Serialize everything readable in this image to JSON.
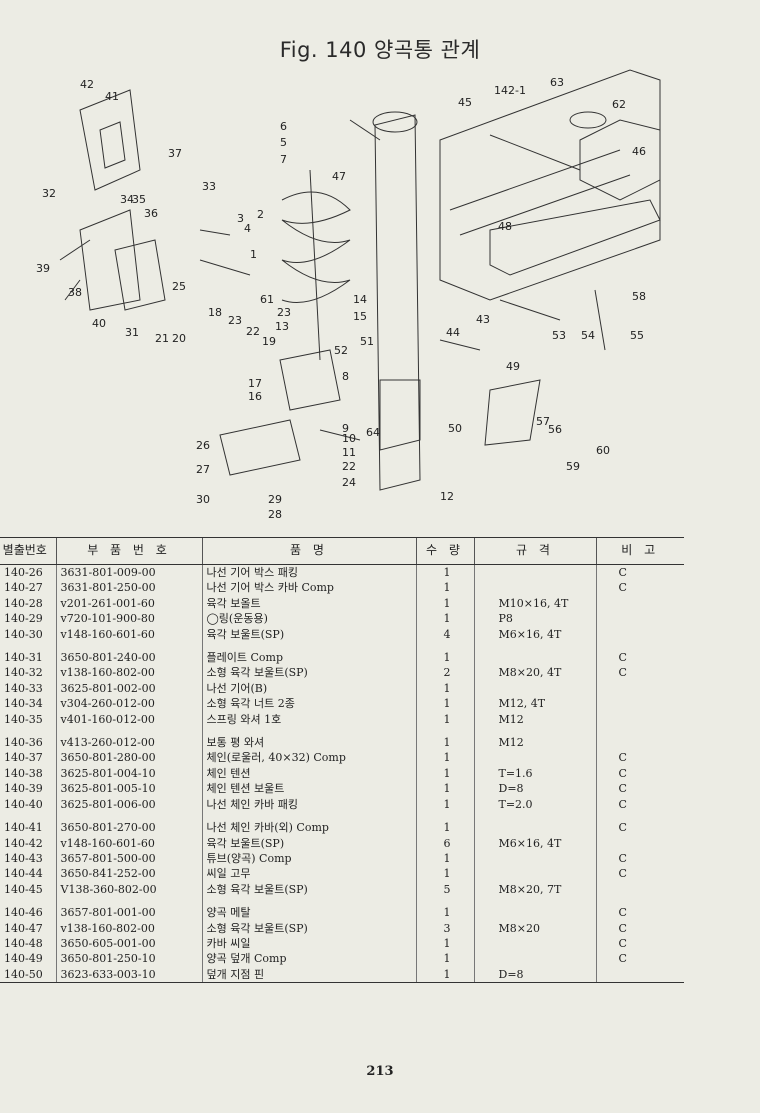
{
  "title": "Fig. 140  양곡통 관계",
  "diagram": {
    "callouts": [
      "42",
      "41",
      "37",
      "33",
      "32",
      "34",
      "35",
      "36",
      "39",
      "38",
      "40",
      "31",
      "21",
      "20",
      "25",
      "18",
      "23",
      "22",
      "19",
      "17",
      "16",
      "8",
      "26",
      "27",
      "30",
      "29",
      "28",
      "6",
      "5",
      "7",
      "47",
      "3",
      "4",
      "2",
      "1",
      "61",
      "23",
      "13",
      "14",
      "15",
      "51",
      "52",
      "9",
      "10",
      "11",
      "22",
      "24",
      "64",
      "44",
      "43",
      "50",
      "12",
      "45",
      "142-1",
      "63",
      "62",
      "46",
      "48",
      "58",
      "53",
      "54",
      "55",
      "49",
      "57",
      "56",
      "60",
      "59"
    ]
  },
  "table": {
    "headers": [
      "별출번호",
      "부 품 번 호",
      "품 명",
      "수 량",
      "규 격",
      "비 고"
    ],
    "rows": [
      {
        "no": "140-26",
        "part": "3631-801-009-00",
        "name": "나선 기어 박스 패킹",
        "qty": "1",
        "spec": "",
        "note": "C"
      },
      {
        "no": "140-27",
        "part": "3631-801-250-00",
        "name": "나선 기어 박스 카바 Comp",
        "qty": "1",
        "spec": "",
        "note": "C"
      },
      {
        "no": "140-28",
        "part": "v201-261-001-60",
        "name": "육각 보올트",
        "qty": "1",
        "spec": "M10×16, 4T",
        "note": ""
      },
      {
        "no": "140-29",
        "part": "v720-101-900-80",
        "name": "◯링(운동용)",
        "qty": "1",
        "spec": "P8",
        "note": ""
      },
      {
        "no": "140-30",
        "part": "v148-160-601-60",
        "name": "육각 보울트(SP)",
        "qty": "4",
        "spec": "M6×16, 4T",
        "note": ""
      },
      {
        "no": "140-31",
        "part": "3650-801-240-00",
        "name": "플레이트 Comp",
        "qty": "1",
        "spec": "",
        "note": "C"
      },
      {
        "no": "140-32",
        "part": "v138-160-802-00",
        "name": "소형 육각 보울트(SP)",
        "qty": "2",
        "spec": "M8×20, 4T",
        "note": "C"
      },
      {
        "no": "140-33",
        "part": "3625-801-002-00",
        "name": "나선 기어(B)",
        "qty": "1",
        "spec": "",
        "note": ""
      },
      {
        "no": "140-34",
        "part": "v304-260-012-00",
        "name": "소형 육각 너트 2종",
        "qty": "1",
        "spec": "M12, 4T",
        "note": ""
      },
      {
        "no": "140-35",
        "part": "v401-160-012-00",
        "name": "스프링 와셔 1호",
        "qty": "1",
        "spec": "M12",
        "note": ""
      },
      {
        "no": "140-36",
        "part": "v413-260-012-00",
        "name": "보통 평 와셔",
        "qty": "1",
        "spec": "M12",
        "note": ""
      },
      {
        "no": "140-37",
        "part": "3650-801-280-00",
        "name": "체인(로울러, 40×32) Comp",
        "qty": "1",
        "spec": "",
        "note": "C"
      },
      {
        "no": "140-38",
        "part": "3625-801-004-10",
        "name": "체인 텐션",
        "qty": "1",
        "spec": "T=1.6",
        "note": "C"
      },
      {
        "no": "140-39",
        "part": "3625-801-005-10",
        "name": "체인 텐션 보울트",
        "qty": "1",
        "spec": "D=8",
        "note": "C"
      },
      {
        "no": "140-40",
        "part": "3625-801-006-00",
        "name": "나선 체인 카바 패킹",
        "qty": "1",
        "spec": "T=2.0",
        "note": "C"
      },
      {
        "no": "140-41",
        "part": "3650-801-270-00",
        "name": "나선 체인 카바(외) Comp",
        "qty": "1",
        "spec": "",
        "note": "C"
      },
      {
        "no": "140-42",
        "part": "v148-160-601-60",
        "name": "육각 보울트(SP)",
        "qty": "6",
        "spec": "M6×16, 4T",
        "note": ""
      },
      {
        "no": "140-43",
        "part": "3657-801-500-00",
        "name": "튜브(양곡) Comp",
        "qty": "1",
        "spec": "",
        "note": "C"
      },
      {
        "no": "140-44",
        "part": "3650-841-252-00",
        "name": "씨일 고무",
        "qty": "1",
        "spec": "",
        "note": "C"
      },
      {
        "no": "140-45",
        "part": "V138-360-802-00",
        "name": "소형 육각 보울트(SP)",
        "qty": "5",
        "spec": "M8×20, 7T",
        "note": ""
      },
      {
        "no": "140-46",
        "part": "3657-801-001-00",
        "name": "양곡 메탈",
        "qty": "1",
        "spec": "",
        "note": "C"
      },
      {
        "no": "140-47",
        "part": "v138-160-802-00",
        "name": "소형 육각 보울트(SP)",
        "qty": "3",
        "spec": "M8×20",
        "note": "C"
      },
      {
        "no": "140-48",
        "part": "3650-605-001-00",
        "name": "카바 씨일",
        "qty": "1",
        "spec": "",
        "note": "C"
      },
      {
        "no": "140-49",
        "part": "3650-801-250-10",
        "name": "양곡 덮개 Comp",
        "qty": "1",
        "spec": "",
        "note": "C"
      },
      {
        "no": "140-50",
        "part": "3623-633-003-10",
        "name": "덮개 지점 핀",
        "qty": "1",
        "spec": "D=8",
        "note": ""
      }
    ]
  },
  "page_number": "213"
}
